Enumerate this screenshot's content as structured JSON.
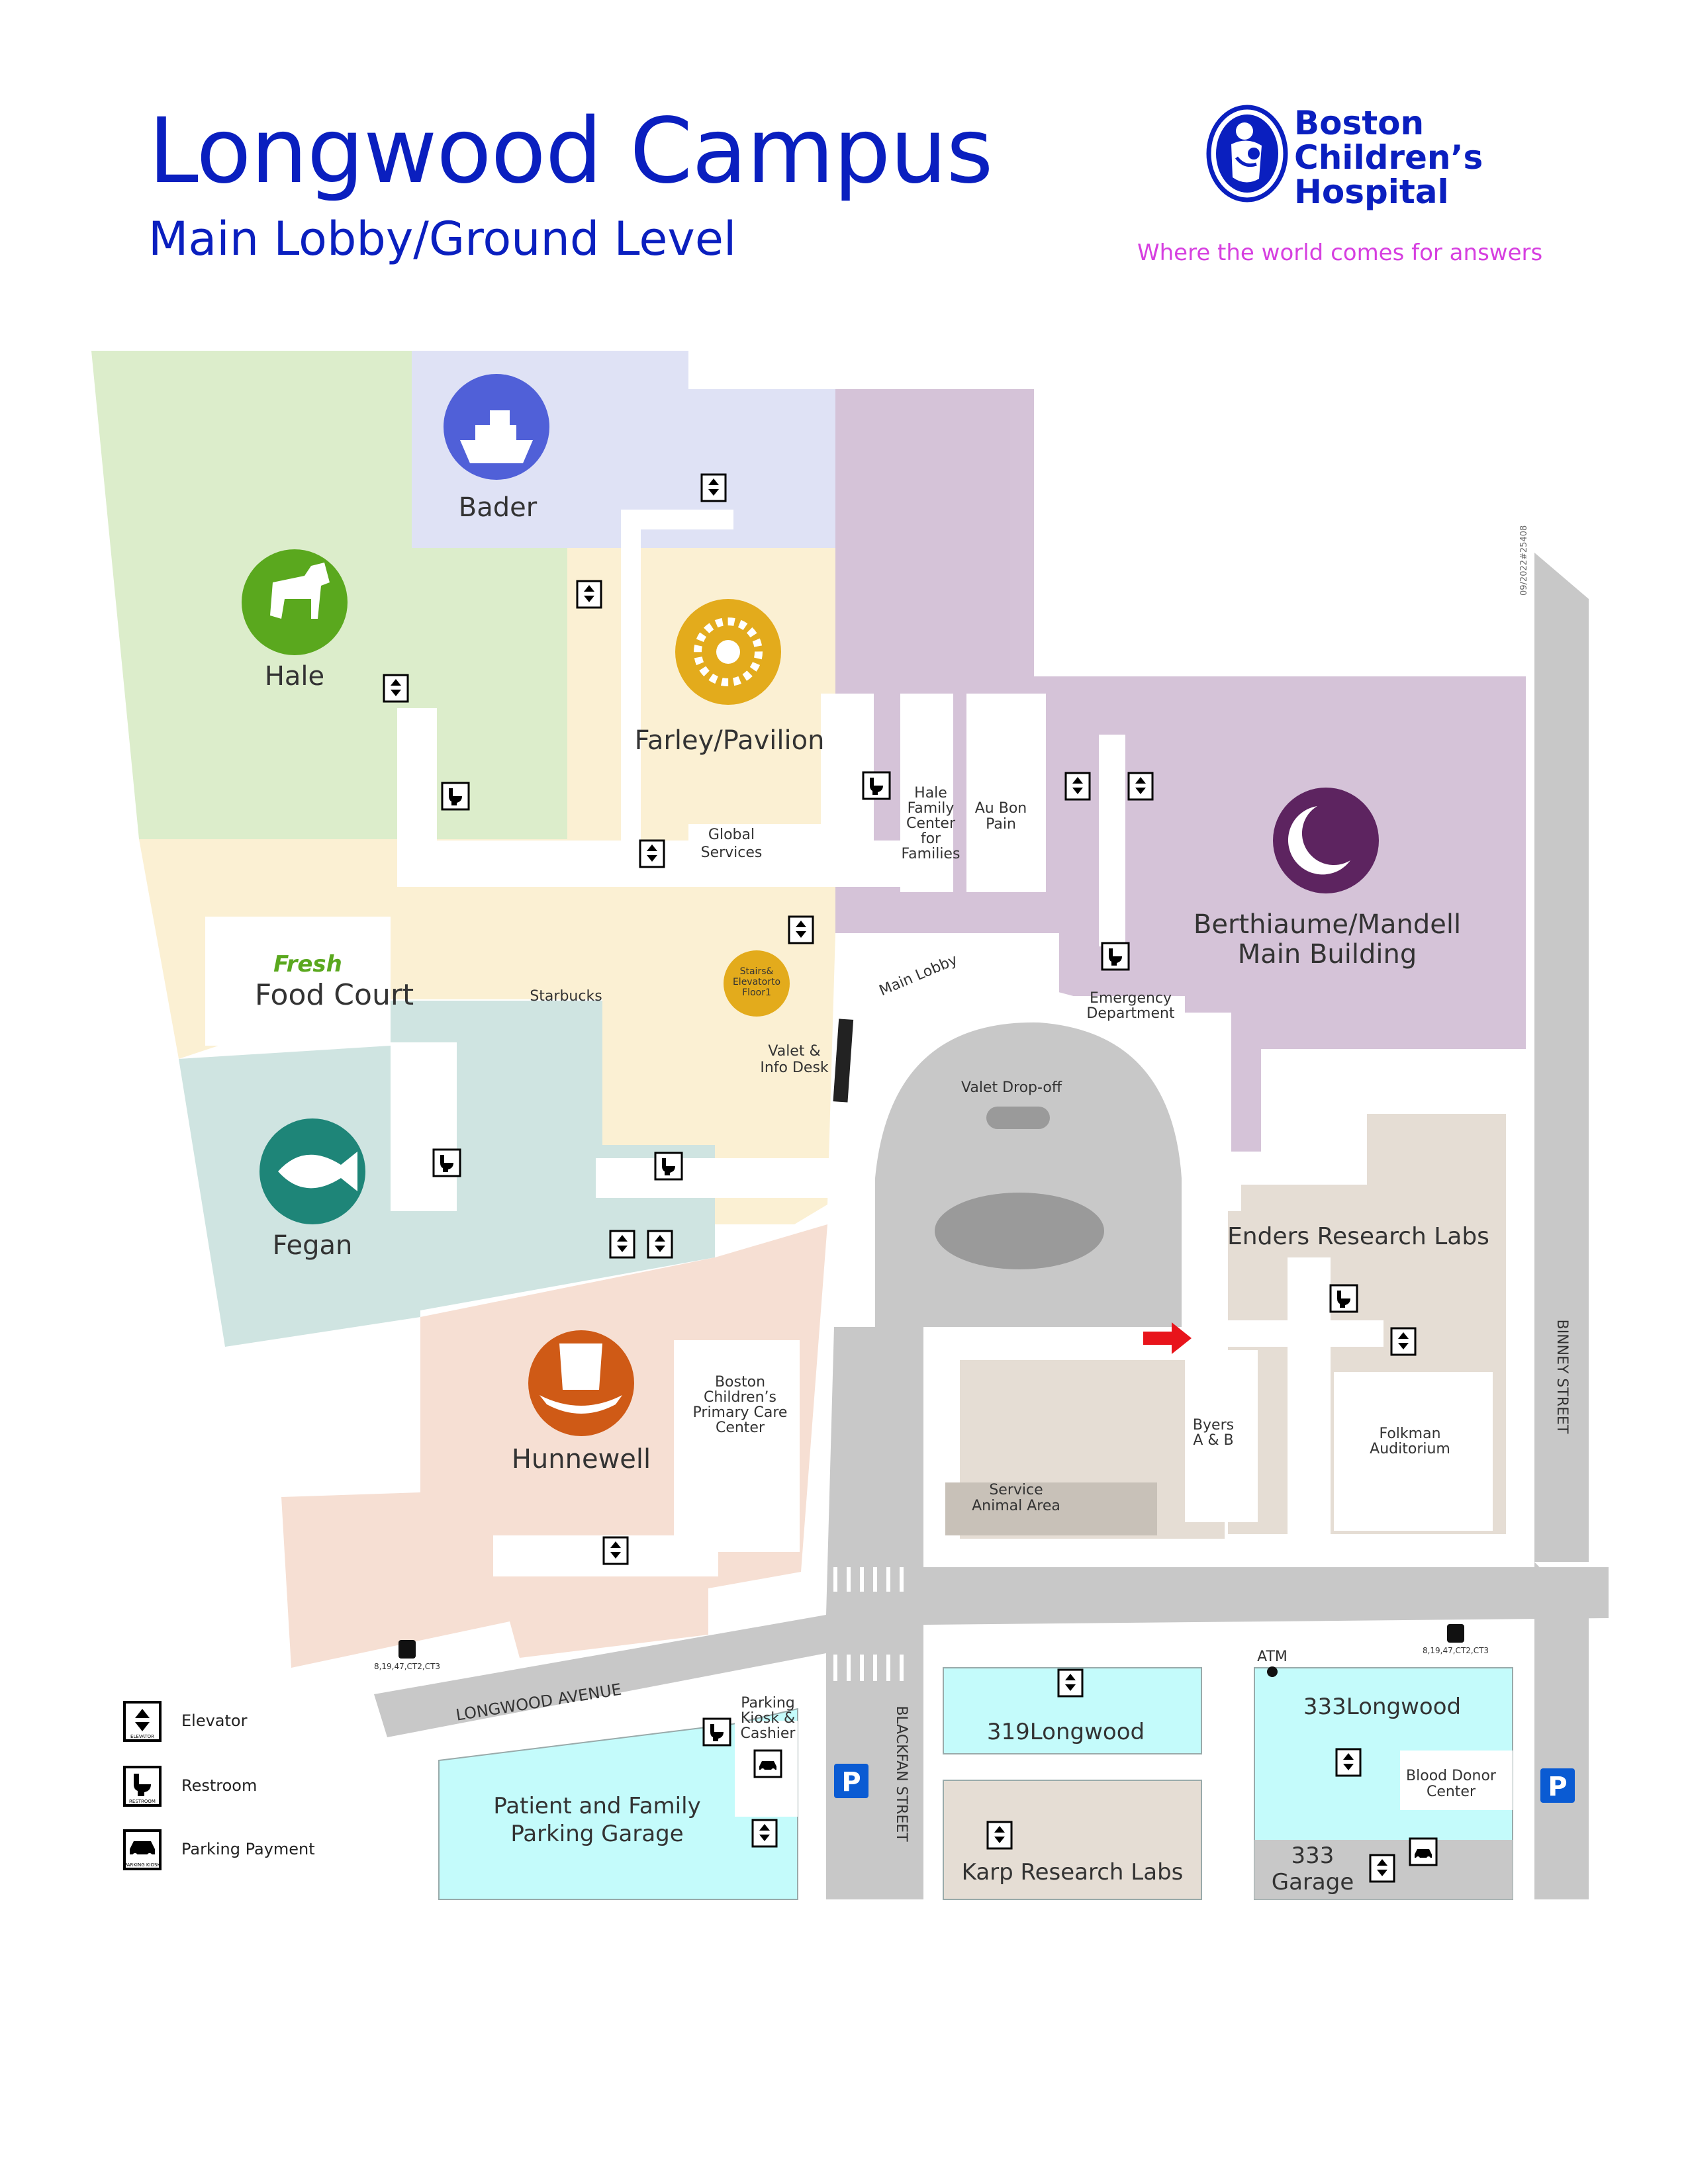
{
  "header": {
    "title": "Longwood Campus",
    "subtitle": "Main Lobby/Ground Level",
    "brand_lines": [
      "Boston",
      "Children’s",
      "Hospital"
    ],
    "tagline": "Where the world comes for answers",
    "print_code": "09/2022#25408"
  },
  "colors": {
    "title_blue": "#0a1fbf",
    "tagline_magenta": "#d63fe0",
    "hale": "#dcedcb",
    "bader": "#dfe2f5",
    "farley": "#fbf0d3",
    "berthiaume": "#d5c3d8",
    "fegan": "#cfe4e1",
    "hunnewell": "#f6dfd3",
    "enders": "#e5ddd4",
    "street": "#c8c8c8",
    "garage": "#c4fbfb",
    "red_arrow": "#e8141b"
  },
  "buildings": {
    "hale": {
      "name": "Hale",
      "icon": "horse-icon",
      "icon_color": "#5aa81e"
    },
    "bader": {
      "name": "Bader",
      "icon": "boat-icon",
      "icon_color": "#5060d8"
    },
    "farley": {
      "name": "Farley/Pavilion",
      "icon": "flower-icon",
      "icon_color": "#e3ab1c"
    },
    "berthiaume": {
      "name": "Berthiaume/Mandell",
      "name2": "Main Building",
      "icon": "moon-icon",
      "icon_color": "#5d2460"
    },
    "fegan": {
      "name": "Fegan",
      "icon": "fish-icon",
      "icon_color": "#1e8578"
    },
    "hunnewell": {
      "name": "Hunnewell",
      "icon": "top-hat-icon",
      "icon_color": "#cf5a16"
    },
    "enders": {
      "name": "Enders Research Labs"
    },
    "b319": {
      "name": "319Longwood"
    },
    "b333": {
      "name": "333Longwood"
    },
    "karp": {
      "name": "Karp Research Labs"
    },
    "parking_garage": {
      "name": "Patient and Family",
      "name2": "Parking Garage"
    },
    "garage333": {
      "name": "333",
      "name2": "Garage"
    }
  },
  "places": {
    "food_court_fresh": "Fresh",
    "food_court": "Food Court",
    "starbucks": "Starbucks",
    "global_services": [
      "Global",
      "Services"
    ],
    "hale_family_center": [
      "Hale",
      "Family",
      "Center",
      "for",
      "Families"
    ],
    "au_bon_pain": [
      "Au Bon",
      "Pain"
    ],
    "main_lobby": "Main Lobby",
    "stairs_elevator": [
      "Stairs&",
      "Elevatorto",
      "Floor1"
    ],
    "valet_info": [
      "Valet &",
      "Info Desk"
    ],
    "valet_dropoff": "Valet Drop-off",
    "emergency": [
      "Emergency",
      "Department"
    ],
    "primary_care": [
      "Boston",
      "Children’s",
      "Primary Care",
      "Center"
    ],
    "byers": [
      "Byers",
      "A & B"
    ],
    "folkman": [
      "Folkman",
      "Auditorium"
    ],
    "service_animal": [
      "Service",
      "Animal Area"
    ],
    "parking_kiosk": [
      "Parking",
      "Kiosk &",
      "Cashier"
    ],
    "blood_donor": [
      "Blood Donor",
      "Center"
    ],
    "atm": "ATM"
  },
  "streets": {
    "longwood": "LONGWOOD AVENUE",
    "blackfan": "BLACKFAN STREET",
    "binney": "BINNEY STREET"
  },
  "bus": {
    "routes": "8,19,47,CT2,CT3"
  },
  "parking_sign": "P",
  "icon_tags": {
    "elevator": "ELEVATOR",
    "restroom": "RESTROOM",
    "parking": "PARKING KIOSK"
  },
  "legend": [
    {
      "label": "Elevator",
      "icon": "elevator-icon"
    },
    {
      "label": "Restroom",
      "icon": "restroom-icon"
    },
    {
      "label": "Parking Payment",
      "icon": "parking-payment-icon"
    }
  ]
}
